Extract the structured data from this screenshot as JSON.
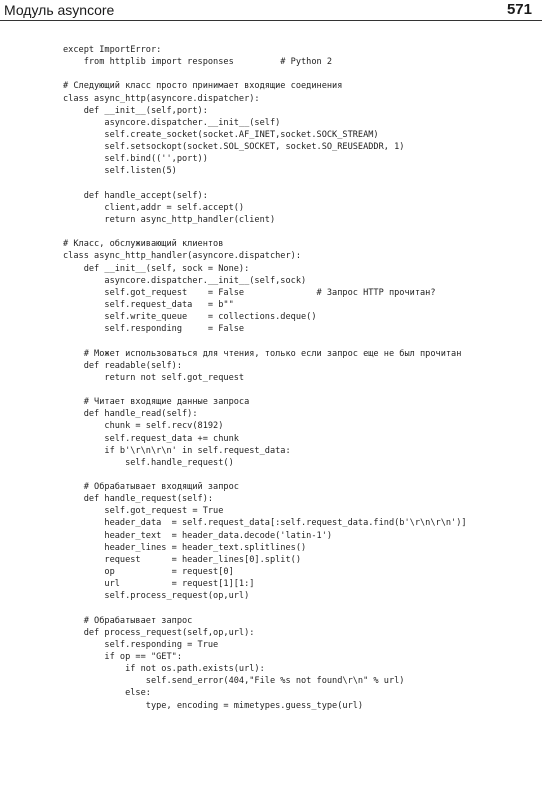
{
  "header": {
    "running_head": "Модуль asyncore",
    "page_number": "571"
  },
  "code": {
    "lines": [
      "except ImportError:",
      "    from httplib import responses         # Python 2",
      "",
      "# Следующий класс просто принимает входящие соединения",
      "class async_http(asyncore.dispatcher):",
      "    def __init__(self,port):",
      "        asyncore.dispatcher.__init__(self)",
      "        self.create_socket(socket.AF_INET,socket.SOCK_STREAM)",
      "        self.setsockopt(socket.SOL_SOCKET, socket.SO_REUSEADDR, 1)",
      "        self.bind(('',port))",
      "        self.listen(5)",
      "",
      "    def handle_accept(self):",
      "        client,addr = self.accept()",
      "        return async_http_handler(client)",
      "",
      "# Класс, обслуживающий клиентов",
      "class async_http_handler(asyncore.dispatcher):",
      "    def __init__(self, sock = None):",
      "        asyncore.dispatcher.__init__(self,sock)",
      "        self.got_request    = False              # Запрос HTTP прочитан?",
      "        self.request_data   = b\"\"",
      "        self.write_queue    = collections.deque()",
      "        self.responding     = False",
      "",
      "    # Может использоваться для чтения, только если запрос еще не был прочитан",
      "    def readable(self):",
      "        return not self.got_request",
      "",
      "    # Читает входящие данные запроса",
      "    def handle_read(self):",
      "        chunk = self.recv(8192)",
      "        self.request_data += chunk",
      "        if b'\\r\\n\\r\\n' in self.request_data:",
      "            self.handle_request()",
      "",
      "    # Обрабатывает входящий запрос",
      "    def handle_request(self):",
      "        self.got_request = True",
      "        header_data  = self.request_data[:self.request_data.find(b'\\r\\n\\r\\n')]",
      "        header_text  = header_data.decode('latin-1')",
      "        header_lines = header_text.splitlines()",
      "        request      = header_lines[0].split()",
      "        op           = request[0]",
      "        url          = request[1][1:]",
      "        self.process_request(op,url)",
      "",
      "    # Обрабатывает запрос",
      "    def process_request(self,op,url):",
      "        self.responding = True",
      "        if op == \"GET\":",
      "            if not os.path.exists(url):",
      "                self.send_error(404,\"File %s not found\\r\\n\" % url)",
      "            else:",
      "                type, encoding = mimetypes.guess_type(url)"
    ]
  }
}
